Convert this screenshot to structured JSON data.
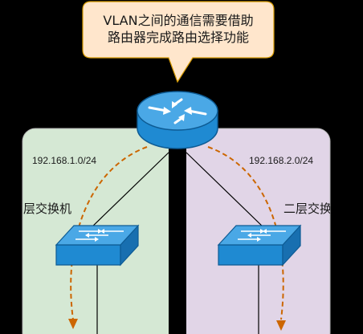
{
  "callout": {
    "line1": "VLAN之间的通信需要借助",
    "line2": "路由器完成路由选择功能"
  },
  "vlan_left": {
    "subnet": "192.168.1.0/24",
    "switch_label": "层交换机"
  },
  "vlan_right": {
    "subnet": "192.168.2.0/24",
    "switch_label": "二层交换"
  },
  "colors": {
    "background": "#000000",
    "left_zone": "#d5e8d4",
    "right_zone": "#e1d5e7",
    "zone_border": "#b5b5b5",
    "callout_fill": "#ffe6cc",
    "callout_border": "#d79b00",
    "device_fill": "#1f8ad2",
    "device_top": "#4aa8e6",
    "device_stroke": "#0d5b94",
    "arrow": "#cc6600",
    "link": "#000000"
  },
  "icons": [
    "router-icon",
    "switch-icon"
  ]
}
